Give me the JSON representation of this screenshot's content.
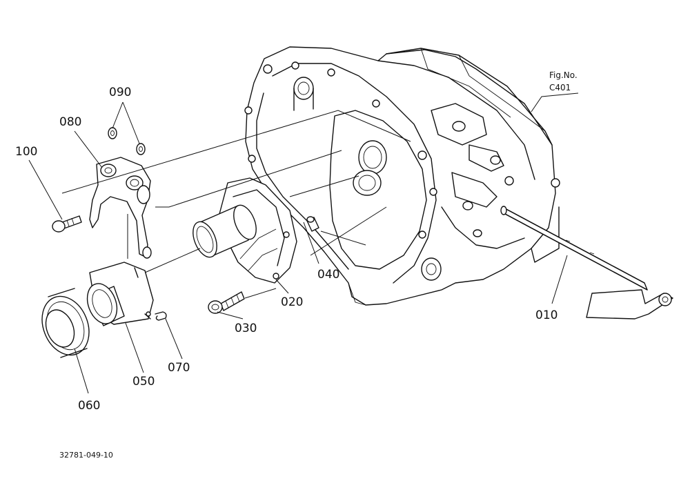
{
  "figure_ref": {
    "line1": "Fig.No.",
    "line2": "C401"
  },
  "drawing_number": "32781-049-10",
  "parts": {
    "p010": "010",
    "p020": "020",
    "p030": "030",
    "p040": "040",
    "p050": "050",
    "p060": "060",
    "p070": "070",
    "p080": "080",
    "p090": "090",
    "p100": "100"
  }
}
